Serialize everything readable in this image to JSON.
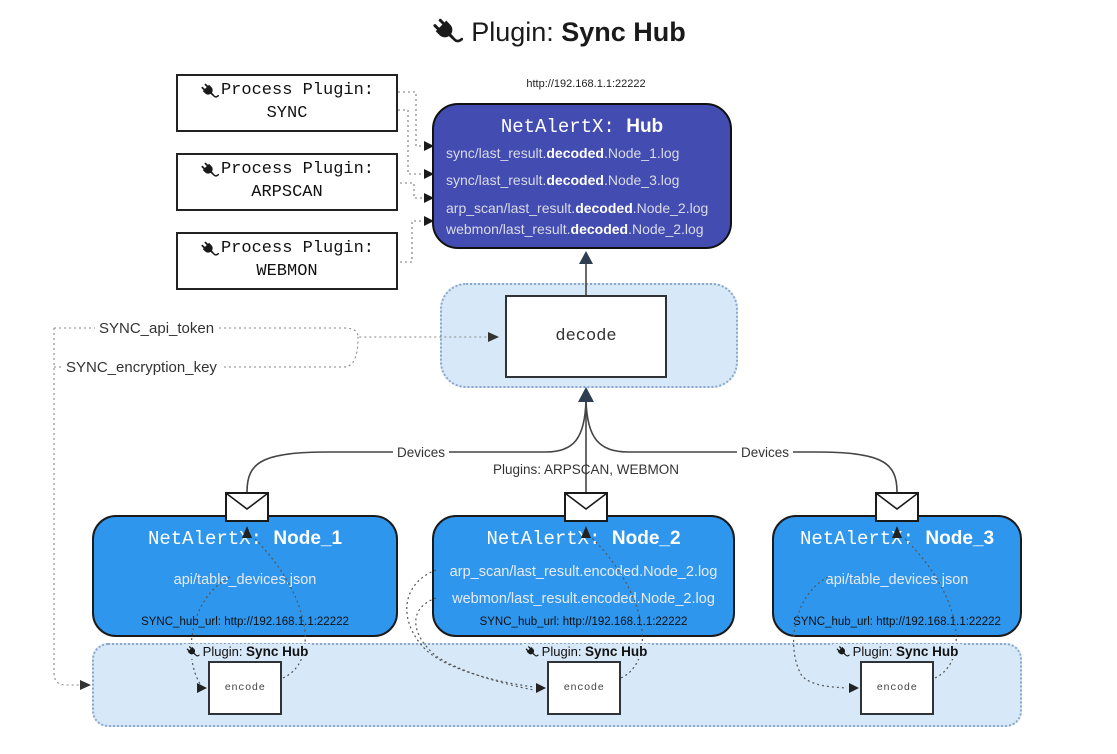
{
  "title": {
    "prefix": "Plugin: ",
    "bold": "Sync Hub"
  },
  "process_plugins": [
    {
      "label": "Process Plugin:",
      "name": "SYNC"
    },
    {
      "label": "Process Plugin:",
      "name": "ARPSCAN"
    },
    {
      "label": "Process Plugin:",
      "name": "WEBMON"
    }
  ],
  "hub": {
    "url": "http://192.168.1.1:22222",
    "name_prefix": "NetAlertX: ",
    "name_bold": "Hub",
    "lines": [
      {
        "pre": "sync/last_result.",
        "bold": "decoded",
        "post": ".Node_1.log"
      },
      {
        "pre": "sync/last_result.",
        "bold": "decoded",
        "post": ".Node_3.log"
      },
      {
        "pre": "arp_scan/last_result.",
        "bold": "decoded",
        "post": ".Node_2.log"
      },
      {
        "pre": "webmon/last_result.",
        "bold": "decoded",
        "post": ".Node_2.log"
      }
    ]
  },
  "decode_label": "decode",
  "settings": {
    "api_token": "SYNC_api_token",
    "encryption_key": "SYNC_encryption_key"
  },
  "edge_labels": {
    "devices_left": "Devices",
    "plugins_center": "Plugins: ARPSCAN, WEBMON",
    "devices_right": "Devices"
  },
  "nodes": [
    {
      "name_prefix": "NetAlertX: ",
      "name_bold": "Node_1",
      "lines": [
        "api/table_devices.json"
      ],
      "hub_url": "SYNC_hub_url: http://192.168.1.1:22222"
    },
    {
      "name_prefix": "NetAlertX: ",
      "name_bold": "Node_2",
      "lines": [
        "arp_scan/last_result.encoded.Node_2.log",
        "webmon/last_result.encoded.Node_2.log"
      ],
      "hub_url": "SYNC_hub_url: http://192.168.1.1:22222"
    },
    {
      "name_prefix": "NetAlertX: ",
      "name_bold": "Node_3",
      "lines": [
        "api/table_devices.json"
      ],
      "hub_url": "SYNC_hub_url: http://192.168.1.1:22222"
    }
  ],
  "encode_band": {
    "plugin_prefix": "Plugin: ",
    "plugin_bold": "Sync Hub",
    "encode_label": "encode"
  },
  "colors": {
    "hub_fill": "#434cb0",
    "node_fill": "#2f96ee",
    "band_fill": "#d7e8f8",
    "arrow_navy": "#2c3e50"
  }
}
